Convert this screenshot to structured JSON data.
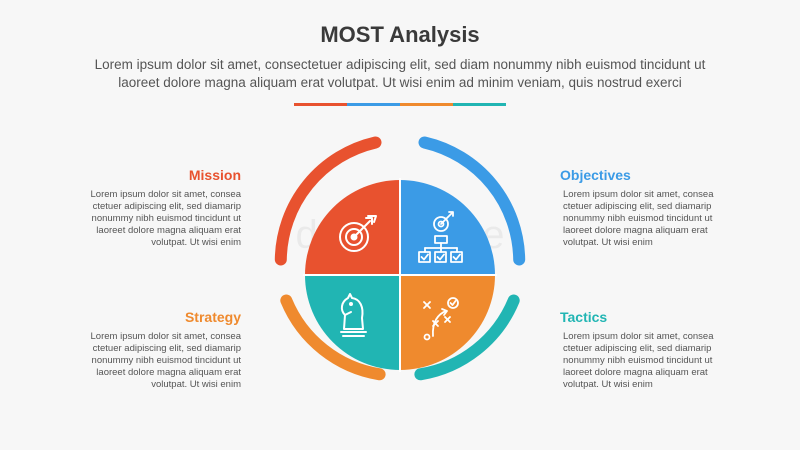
{
  "title": "MOST Analysis",
  "subtitle": [
    "Lorem ipsum dolor sit amet, consectetuer adipiscing elit, sed diam nonummy nibh euismod tincidunt ut",
    "laoreet dolore magna aliquam erat volutpat. Ut wisi enim ad minim veniam, quis nostrud exerci"
  ],
  "divider_colors": [
    "#e8522f",
    "#3b9be6",
    "#ef8a2e",
    "#21b5b3"
  ],
  "watermark": "dreamstime",
  "sections": [
    {
      "key": "mission",
      "heading": "Mission",
      "color": "#e8522f",
      "icon": "target-icon",
      "text": [
        "Lorem ipsum dolor sit amet, consea",
        "ctetuer adipiscing elit, sed diamarip",
        "nonummy nibh euismod tincidunt ut",
        "laoreet dolore magna aliquam erat",
        "volutpat. Ut wisi enim"
      ]
    },
    {
      "key": "objectives",
      "heading": "Objectives",
      "color": "#3b9be6",
      "icon": "goal-hierarchy-icon",
      "text": [
        "Lorem ipsum dolor sit amet, consea",
        "ctetuer adipiscing elit, sed diamarip",
        "nonummy nibh euismod tincidunt ut",
        "laoreet dolore magna aliquam erat",
        "volutpat. Ut wisi enim"
      ]
    },
    {
      "key": "strategy",
      "heading": "Strategy",
      "color": "#ef8a2e",
      "icon": "chess-knight-icon",
      "text": [
        "Lorem ipsum dolor sit amet, consea",
        "ctetuer adipiscing elit, sed diamarip",
        "nonummy nibh euismod tincidunt ut",
        "laoreet dolore magna aliquam erat",
        "volutpat. Ut wisi enim"
      ]
    },
    {
      "key": "tactics",
      "heading": "Tactics",
      "color": "#21b5b3",
      "icon": "tactics-play-icon",
      "text": [
        "Lorem ipsum dolor sit amet, consea",
        "ctetuer adipiscing elit, sed diamarip",
        "nonummy nibh euismod tincidunt ut",
        "laoreet dolore magna aliquam erat",
        "volutpat. Ut wisi enim"
      ]
    }
  ],
  "quadrant_colors": {
    "top_left": "#e8522f",
    "top_right": "#3b9be6",
    "bottom_left": "#21b5b3",
    "bottom_right": "#ef8a2e"
  }
}
